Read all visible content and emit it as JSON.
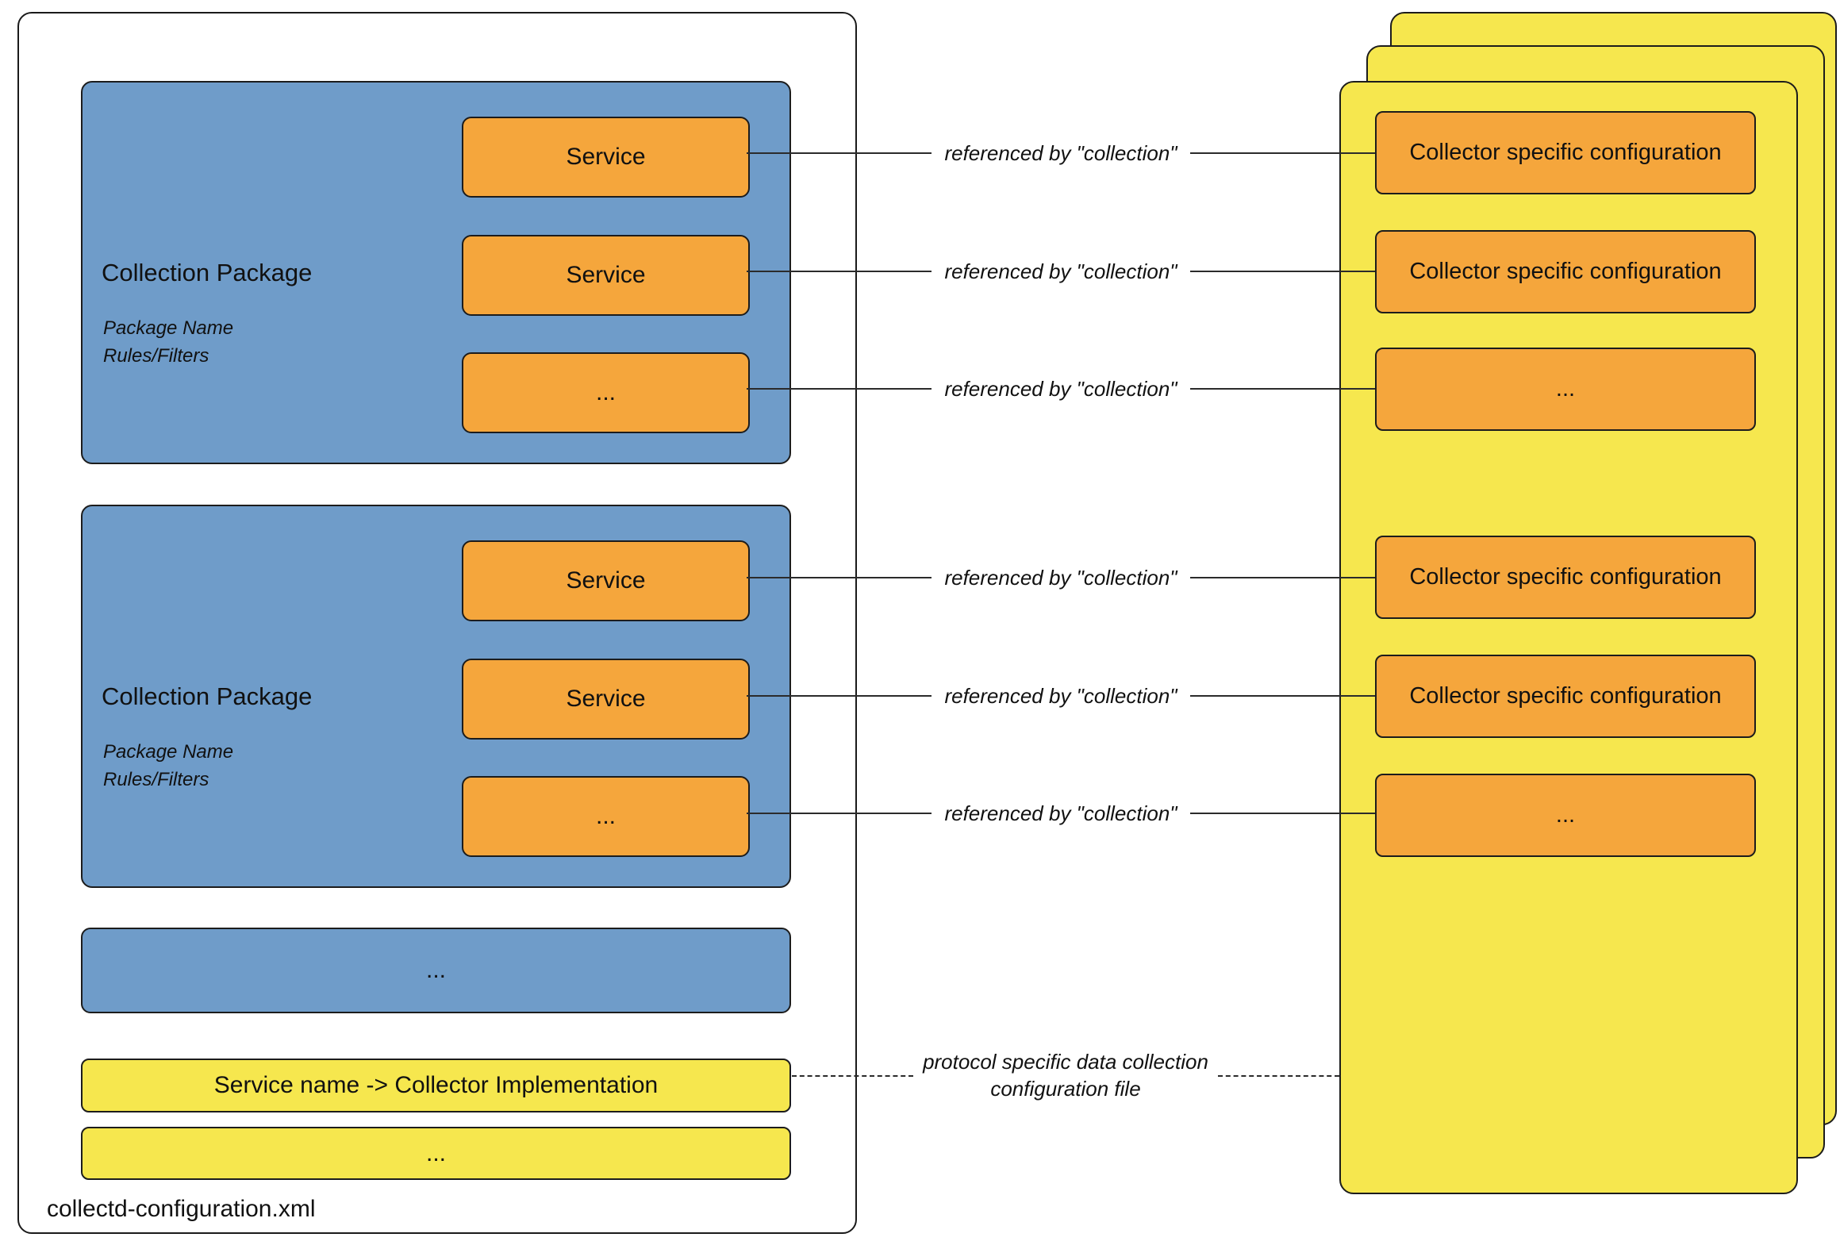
{
  "colors": {
    "package_blue": "#6f9cc9",
    "service_orange": "#f5a63c",
    "page_yellow": "#f6e74e",
    "border": "#1c1c1c",
    "background": "#ffffff"
  },
  "left_panel": {
    "file_label": "collectd-configuration.xml",
    "packages": [
      {
        "title": "Collection Package",
        "meta": [
          "Package Name",
          "Rules/Filters"
        ],
        "services": [
          "Service",
          "Service",
          "..."
        ]
      },
      {
        "title": "Collection Package",
        "meta": [
          "Package Name",
          "Rules/Filters"
        ],
        "services": [
          "Service",
          "Service",
          "..."
        ]
      }
    ],
    "more_packages": "...",
    "mapping_label": "Service name -> Collector Implementation",
    "more_mappings": "..."
  },
  "connectors": [
    {
      "label": "referenced by \"collection\""
    },
    {
      "label": "referenced by \"collection\""
    },
    {
      "label": "referenced by \"collection\""
    },
    {
      "label": "referenced by \"collection\""
    },
    {
      "label": "referenced by \"collection\""
    },
    {
      "label": "referenced by \"collection\""
    }
  ],
  "dashed_connector": {
    "line1": "protocol specific data collection",
    "line2": "configuration file"
  },
  "right_panel": {
    "configs": [
      "Collector specific configuration",
      "Collector specific configuration",
      "...",
      "Collector specific configuration",
      "Collector specific configuration",
      "..."
    ]
  }
}
